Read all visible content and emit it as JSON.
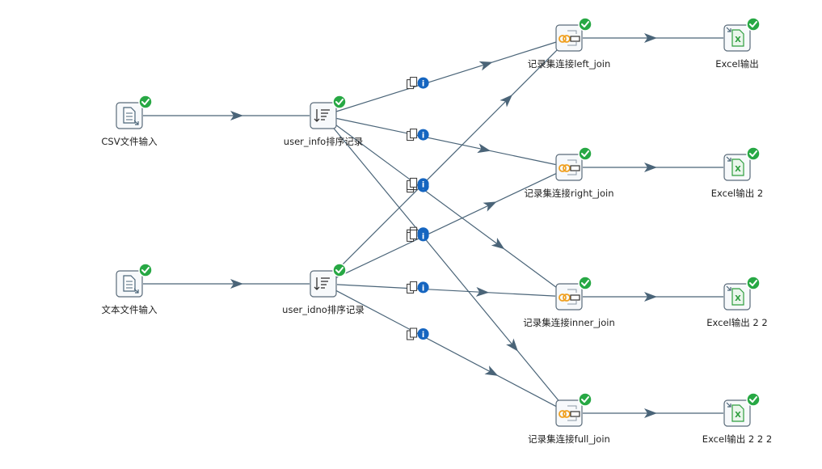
{
  "colors": {
    "edge": "#4a6478",
    "check": "#27a844",
    "info": "#1565c0",
    "join": "#f0a020",
    "excel": "#2e9e3e"
  },
  "steps": [
    {
      "id": "csv_in",
      "label": "CSV文件输入",
      "icon": "file-input-icon"
    },
    {
      "id": "txt_in",
      "label": "文本文件输入",
      "icon": "file-input-icon"
    },
    {
      "id": "sort_info",
      "label": "user_info排序记录",
      "icon": "sort-icon"
    },
    {
      "id": "sort_idno",
      "label": "user_idno排序记录",
      "icon": "sort-icon"
    },
    {
      "id": "join_left",
      "label": "记录集连接left_join",
      "icon": "join-icon"
    },
    {
      "id": "join_right",
      "label": "记录集连接right_join",
      "icon": "join-icon"
    },
    {
      "id": "join_inner",
      "label": "记录集连接inner_join",
      "icon": "join-icon"
    },
    {
      "id": "join_full",
      "label": "记录集连接full_join",
      "icon": "join-icon"
    },
    {
      "id": "xls_1",
      "label": "Excel输出",
      "icon": "excel-output-icon"
    },
    {
      "id": "xls_2",
      "label": "Excel输出 2",
      "icon": "excel-output-icon"
    },
    {
      "id": "xls_3",
      "label": "Excel输出 2 2",
      "icon": "excel-output-icon"
    },
    {
      "id": "xls_4",
      "label": "Excel输出 2 2 2",
      "icon": "excel-output-icon"
    }
  ],
  "hops": [
    {
      "from": "csv_in",
      "to": "sort_info",
      "copy": false
    },
    {
      "from": "txt_in",
      "to": "sort_idno",
      "copy": false
    },
    {
      "from": "sort_info",
      "to": "join_left",
      "copy": true
    },
    {
      "from": "sort_info",
      "to": "join_right",
      "copy": true
    },
    {
      "from": "sort_info",
      "to": "join_inner",
      "copy": true
    },
    {
      "from": "sort_info",
      "to": "join_full",
      "copy": true
    },
    {
      "from": "sort_idno",
      "to": "join_left",
      "copy": true
    },
    {
      "from": "sort_idno",
      "to": "join_right",
      "copy": true
    },
    {
      "from": "sort_idno",
      "to": "join_inner",
      "copy": true
    },
    {
      "from": "sort_idno",
      "to": "join_full",
      "copy": true
    },
    {
      "from": "join_left",
      "to": "xls_1",
      "copy": false
    },
    {
      "from": "join_right",
      "to": "xls_2",
      "copy": false
    },
    {
      "from": "join_inner",
      "to": "xls_3",
      "copy": false
    },
    {
      "from": "join_full",
      "to": "xls_4",
      "copy": false
    }
  ]
}
